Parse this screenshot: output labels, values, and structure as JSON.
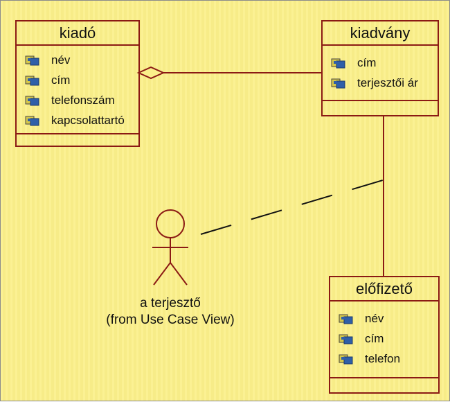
{
  "classes": {
    "kiado": {
      "name": "kiadó",
      "attributes": [
        "név",
        "cím",
        "telefonszám",
        "kapcsolattartó"
      ]
    },
    "kiadvany": {
      "name": "kiadvány",
      "attributes": [
        "cím",
        "terjesztői ár"
      ]
    },
    "elofizeto": {
      "name": "előfizető",
      "attributes": [
        "név",
        "cím",
        "telefon"
      ]
    }
  },
  "actor": {
    "name": "a terjesztő",
    "origin": "(from Use Case View)"
  },
  "colors": {
    "background": "#fbf08a",
    "class_border": "#8b1a14",
    "actor_stroke": "#8b1a14",
    "dashed_line": "#111111",
    "attribute_icon_primary": "#2f5fa8",
    "attribute_icon_secondary": "#d6c84a"
  },
  "icons": {
    "attribute": "public-attribute-icon"
  }
}
